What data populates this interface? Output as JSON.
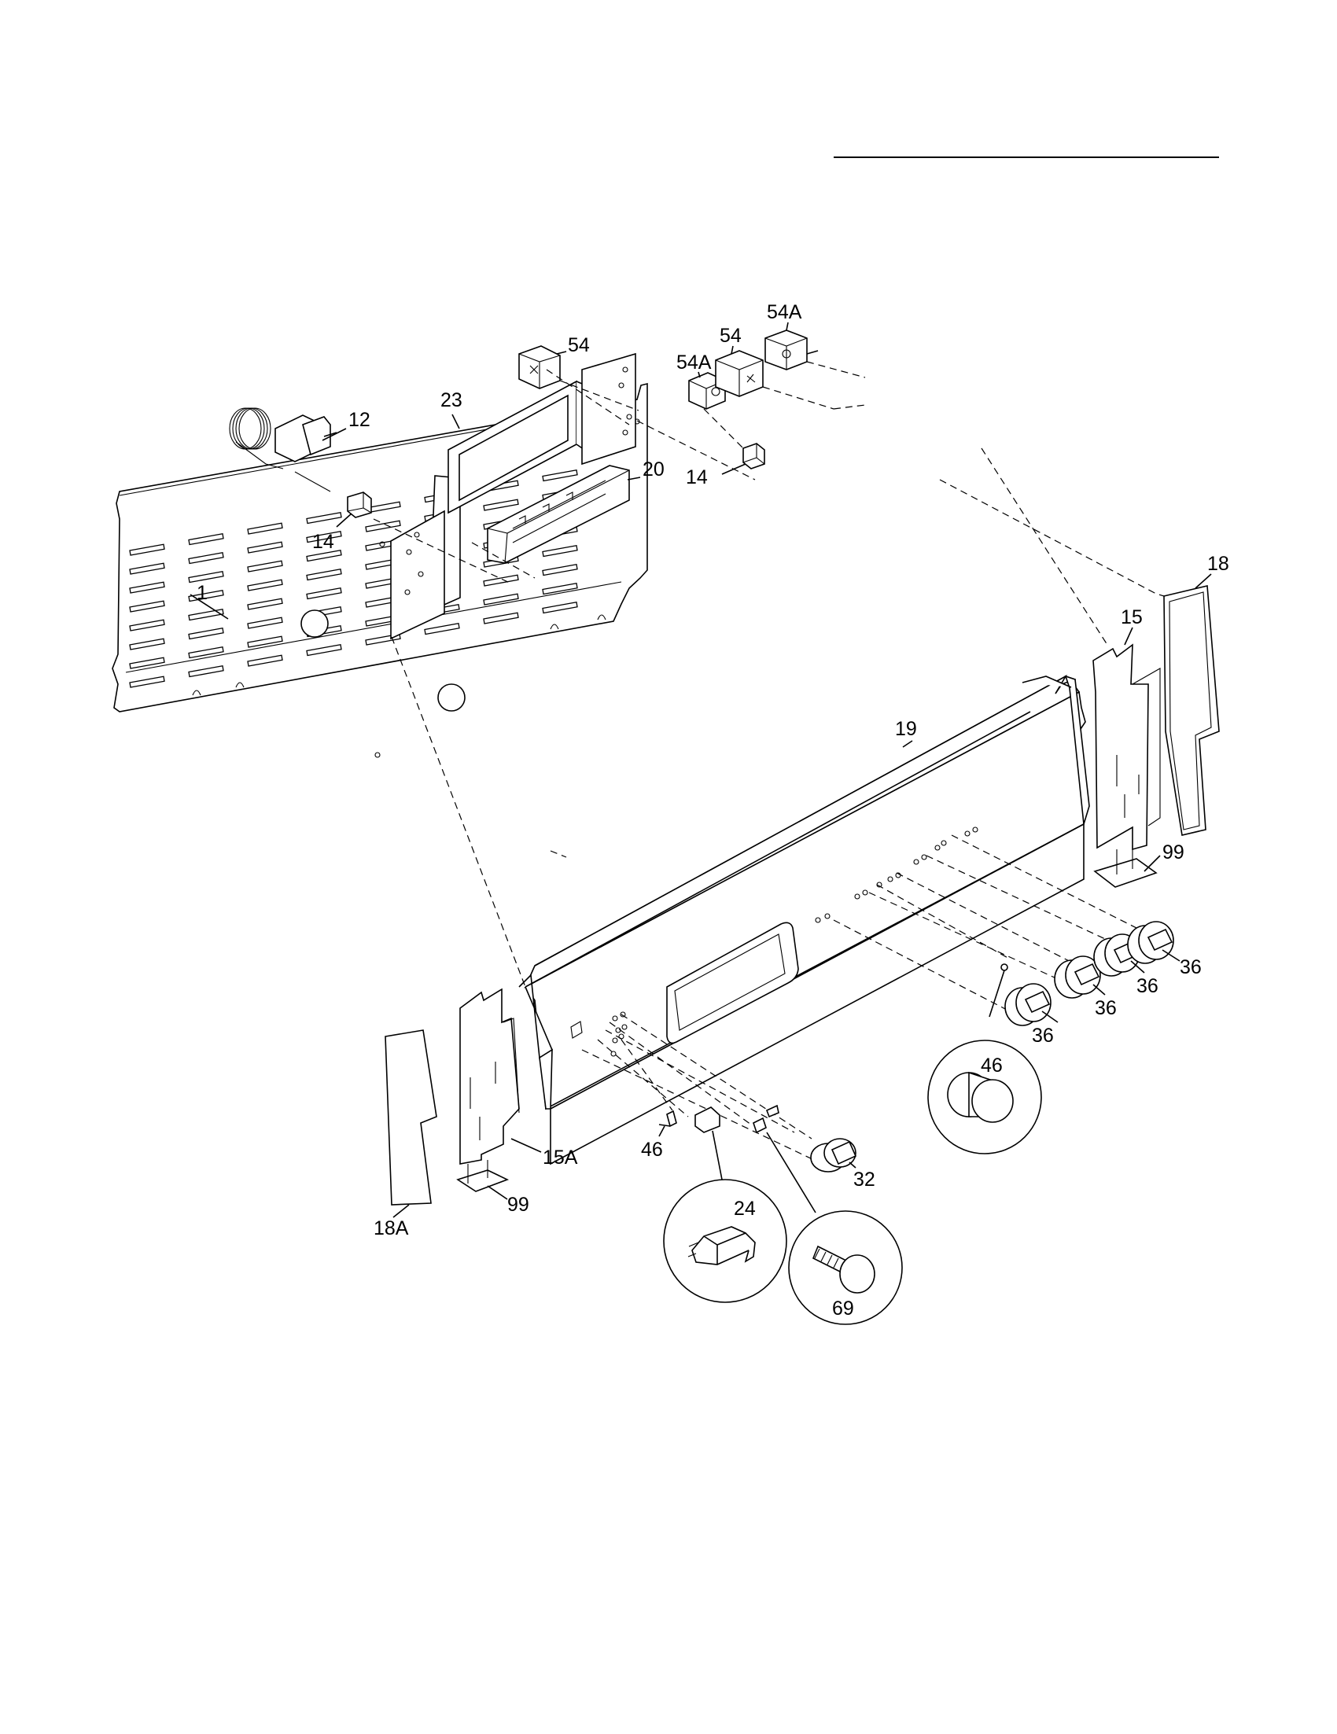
{
  "callouts": {
    "c1": "1",
    "c12": "12",
    "c14_left": "14",
    "c14_right": "14",
    "c15": "15",
    "c15a": "15A",
    "c18": "18",
    "c18a": "18A",
    "c19": "19",
    "c20": "20",
    "c23": "23",
    "c24": "24",
    "c32": "32",
    "c36_a": "36",
    "c36_b": "36",
    "c36_c": "36",
    "c36_d": "36",
    "c46_left": "46",
    "c46_circle": "46",
    "c54_left": "54",
    "c54_right": "54",
    "c54a_left": "54A",
    "c54a_right": "54A",
    "c69": "69",
    "c99_left": "99",
    "c99_right": "99"
  }
}
